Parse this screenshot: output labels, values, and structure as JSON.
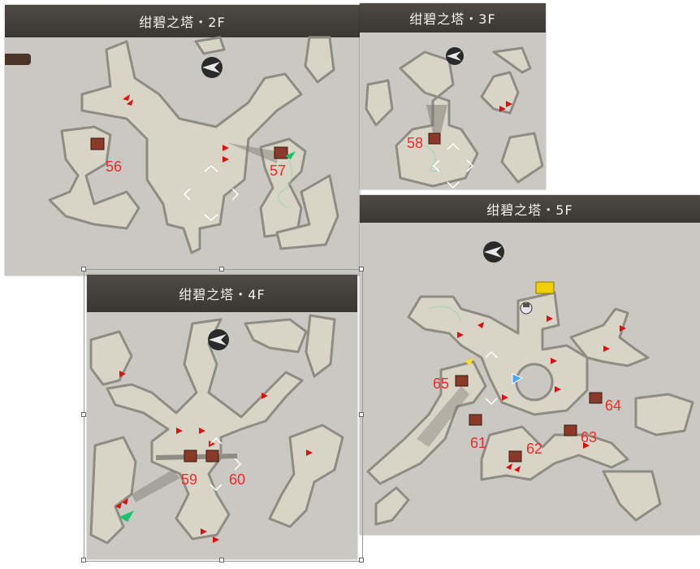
{
  "floors": {
    "f2": {
      "title": "绀碧之塔・2F",
      "markers": [
        "56",
        "57"
      ]
    },
    "f3": {
      "title": "绀碧之塔・3F",
      "markers": [
        "58"
      ]
    },
    "f4": {
      "title": "绀碧之塔・4F",
      "markers": [
        "59",
        "60"
      ]
    },
    "f5": {
      "title": "绀碧之塔・5F",
      "markers": [
        "61",
        "62",
        "63",
        "64",
        "65"
      ]
    }
  },
  "colors": {
    "map_bg": "#c9c8c3",
    "corridor": "#d9d5c6",
    "wall": "#8f8c84",
    "marker_text": "#f02a2a",
    "title_bar": "#3e3a36"
  },
  "icons": [
    "compass-icon",
    "treasure-chest-icon",
    "enemy-marker-icon",
    "player-arrow-icon",
    "save-point-icon",
    "exit-marker-icon"
  ]
}
